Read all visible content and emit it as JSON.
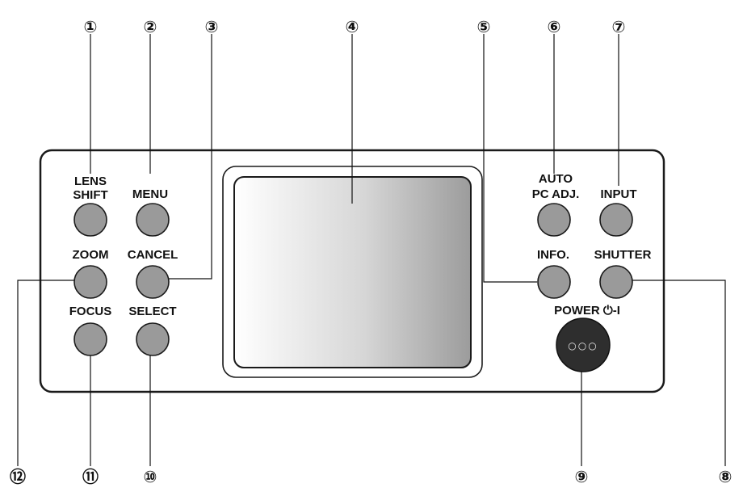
{
  "colors": {
    "button_fill": "#9a9a9a",
    "outline": "#1a1a1a",
    "power_button": "#2e2e2e"
  },
  "callouts": [
    "①",
    "②",
    "③",
    "④",
    "⑤",
    "⑥",
    "⑦",
    "⑧",
    "⑨",
    "⑩",
    "⑪",
    "⑫"
  ],
  "buttons": {
    "lens_shift_line1": "LENS",
    "lens_shift_line2": "SHIFT",
    "menu": "MENU",
    "zoom": "ZOOM",
    "cancel": "CANCEL",
    "focus": "FOCUS",
    "select": "SELECT",
    "auto_pc_line1": "AUTO",
    "auto_pc_line2": "PC ADJ.",
    "input": "INPUT",
    "info": "INFO.",
    "shutter": "SHUTTER",
    "power": "POWER ⏻-I"
  },
  "power_dots": "○○○"
}
